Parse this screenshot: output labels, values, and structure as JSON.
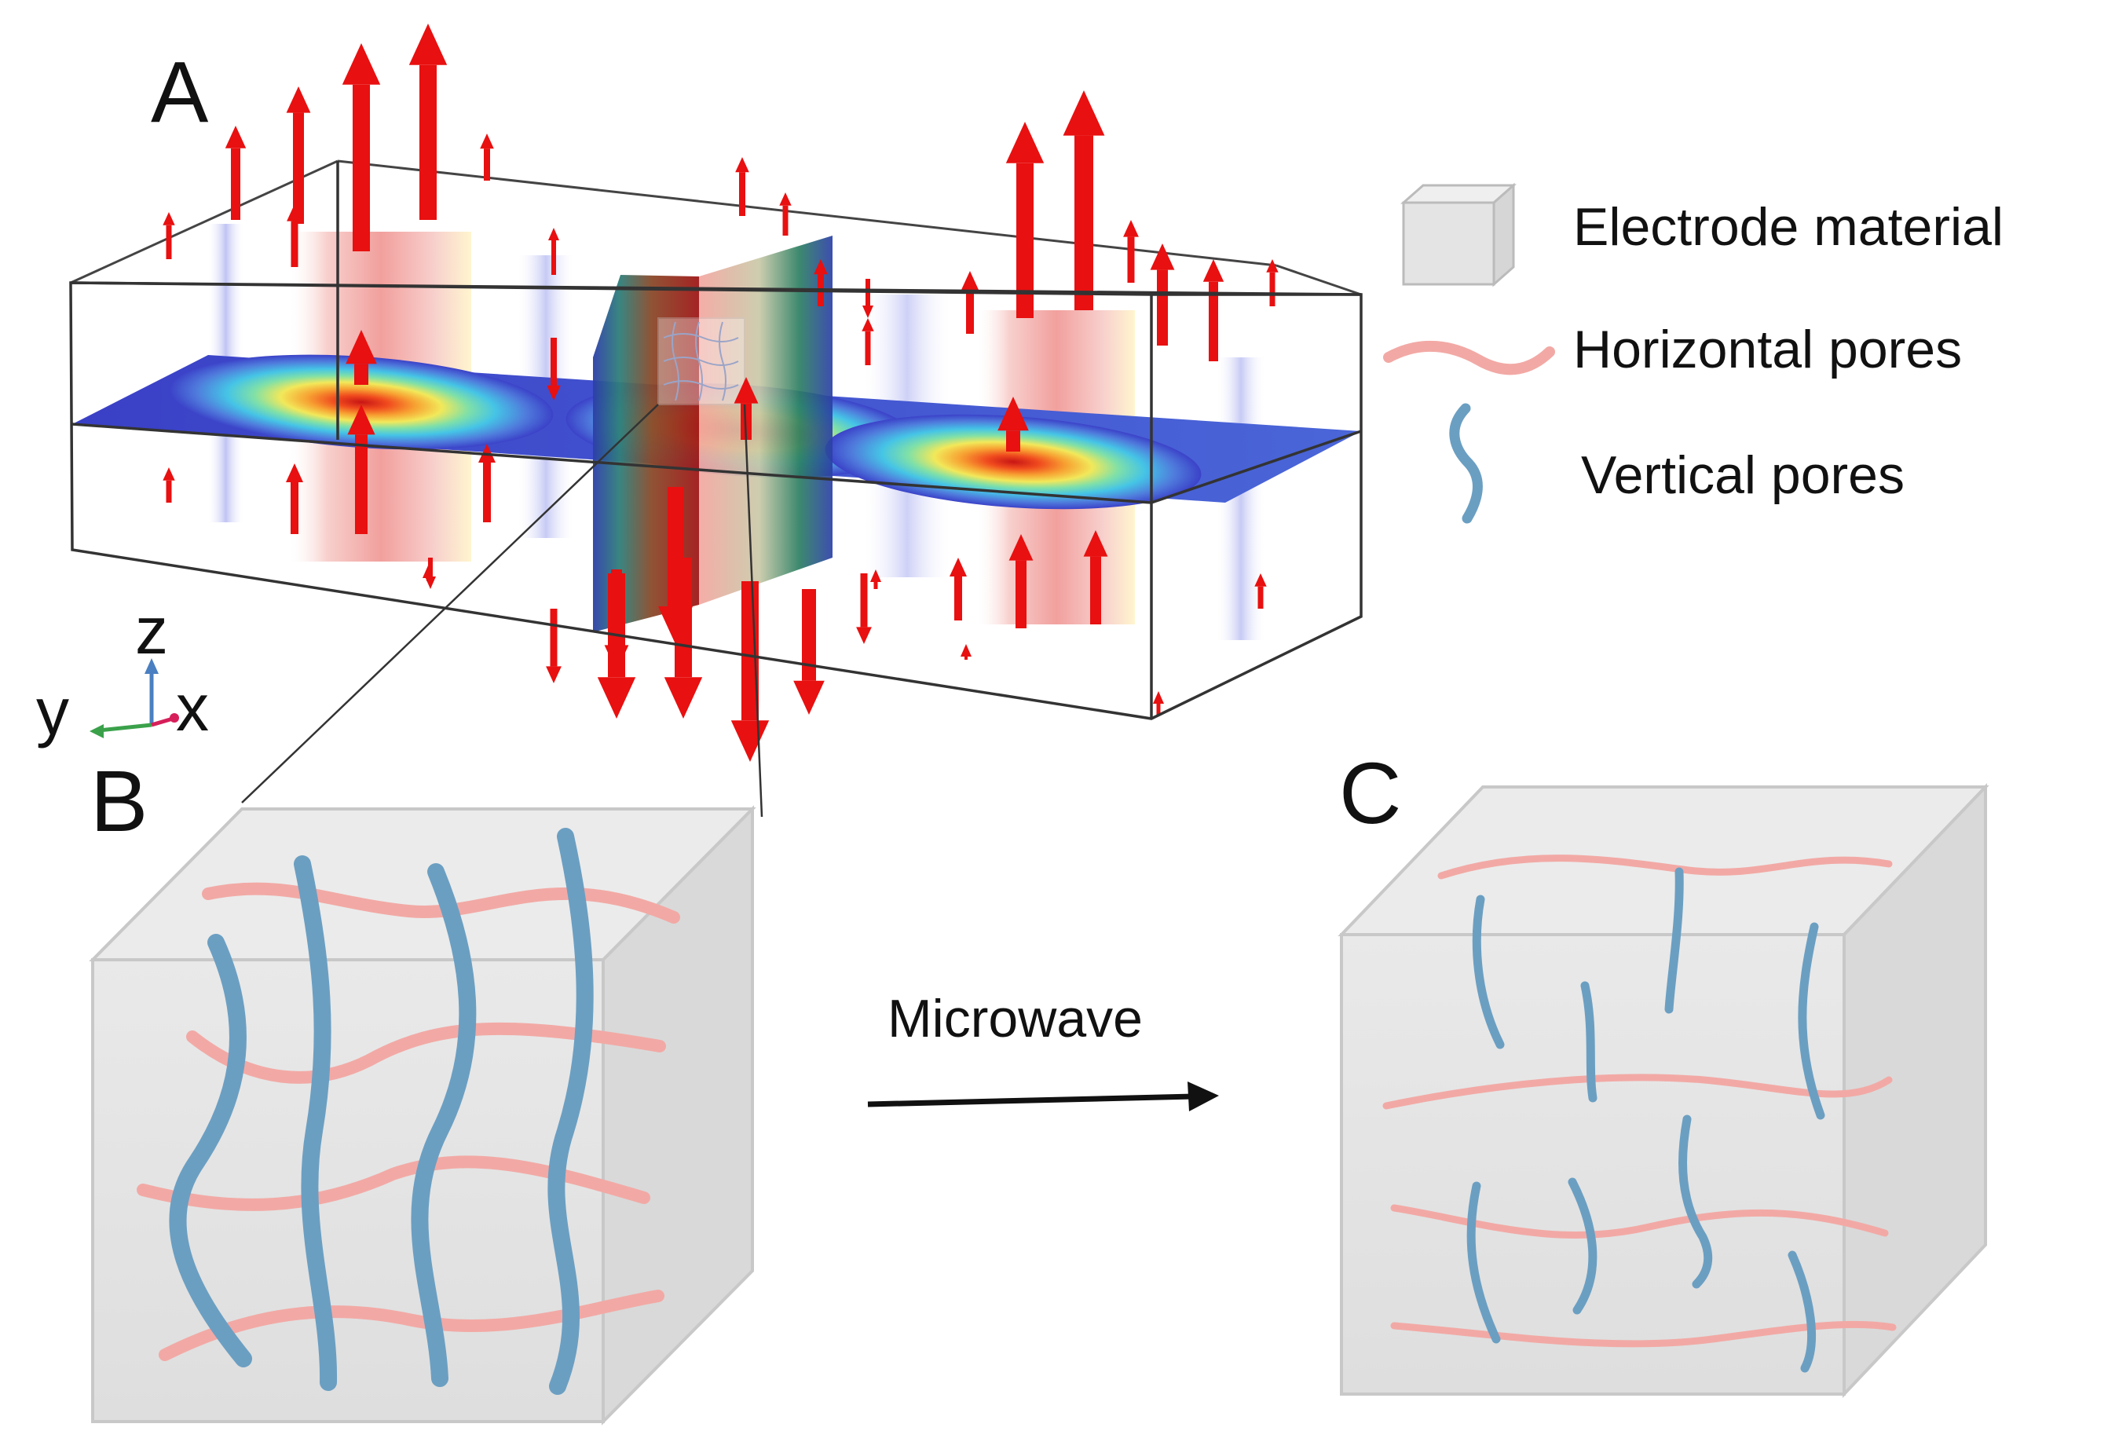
{
  "panels": {
    "a": {
      "label": "A"
    },
    "b": {
      "label": "B"
    },
    "c": {
      "label": "C"
    }
  },
  "legend": {
    "electrode": {
      "label": "Electrode material",
      "icon": "cube-icon"
    },
    "horizontal": {
      "label": "Horizontal pores",
      "color": "#F2A9A5",
      "icon": "horizontal-pore-icon"
    },
    "vertical": {
      "label": "Vertical pores",
      "color": "#6B9FC2",
      "icon": "vertical-pore-icon"
    }
  },
  "axes": {
    "z": "z",
    "y": "y",
    "x": "x"
  },
  "process": {
    "label": "Microwave"
  },
  "colors": {
    "field_arrow": "#E81010",
    "field_hot": "#D92020",
    "field_cold": "#3A3FC8",
    "pore_horizontal": "#F2A9A5",
    "pore_vertical": "#6B9FC2",
    "cube_fill": "#E6E6E6"
  }
}
